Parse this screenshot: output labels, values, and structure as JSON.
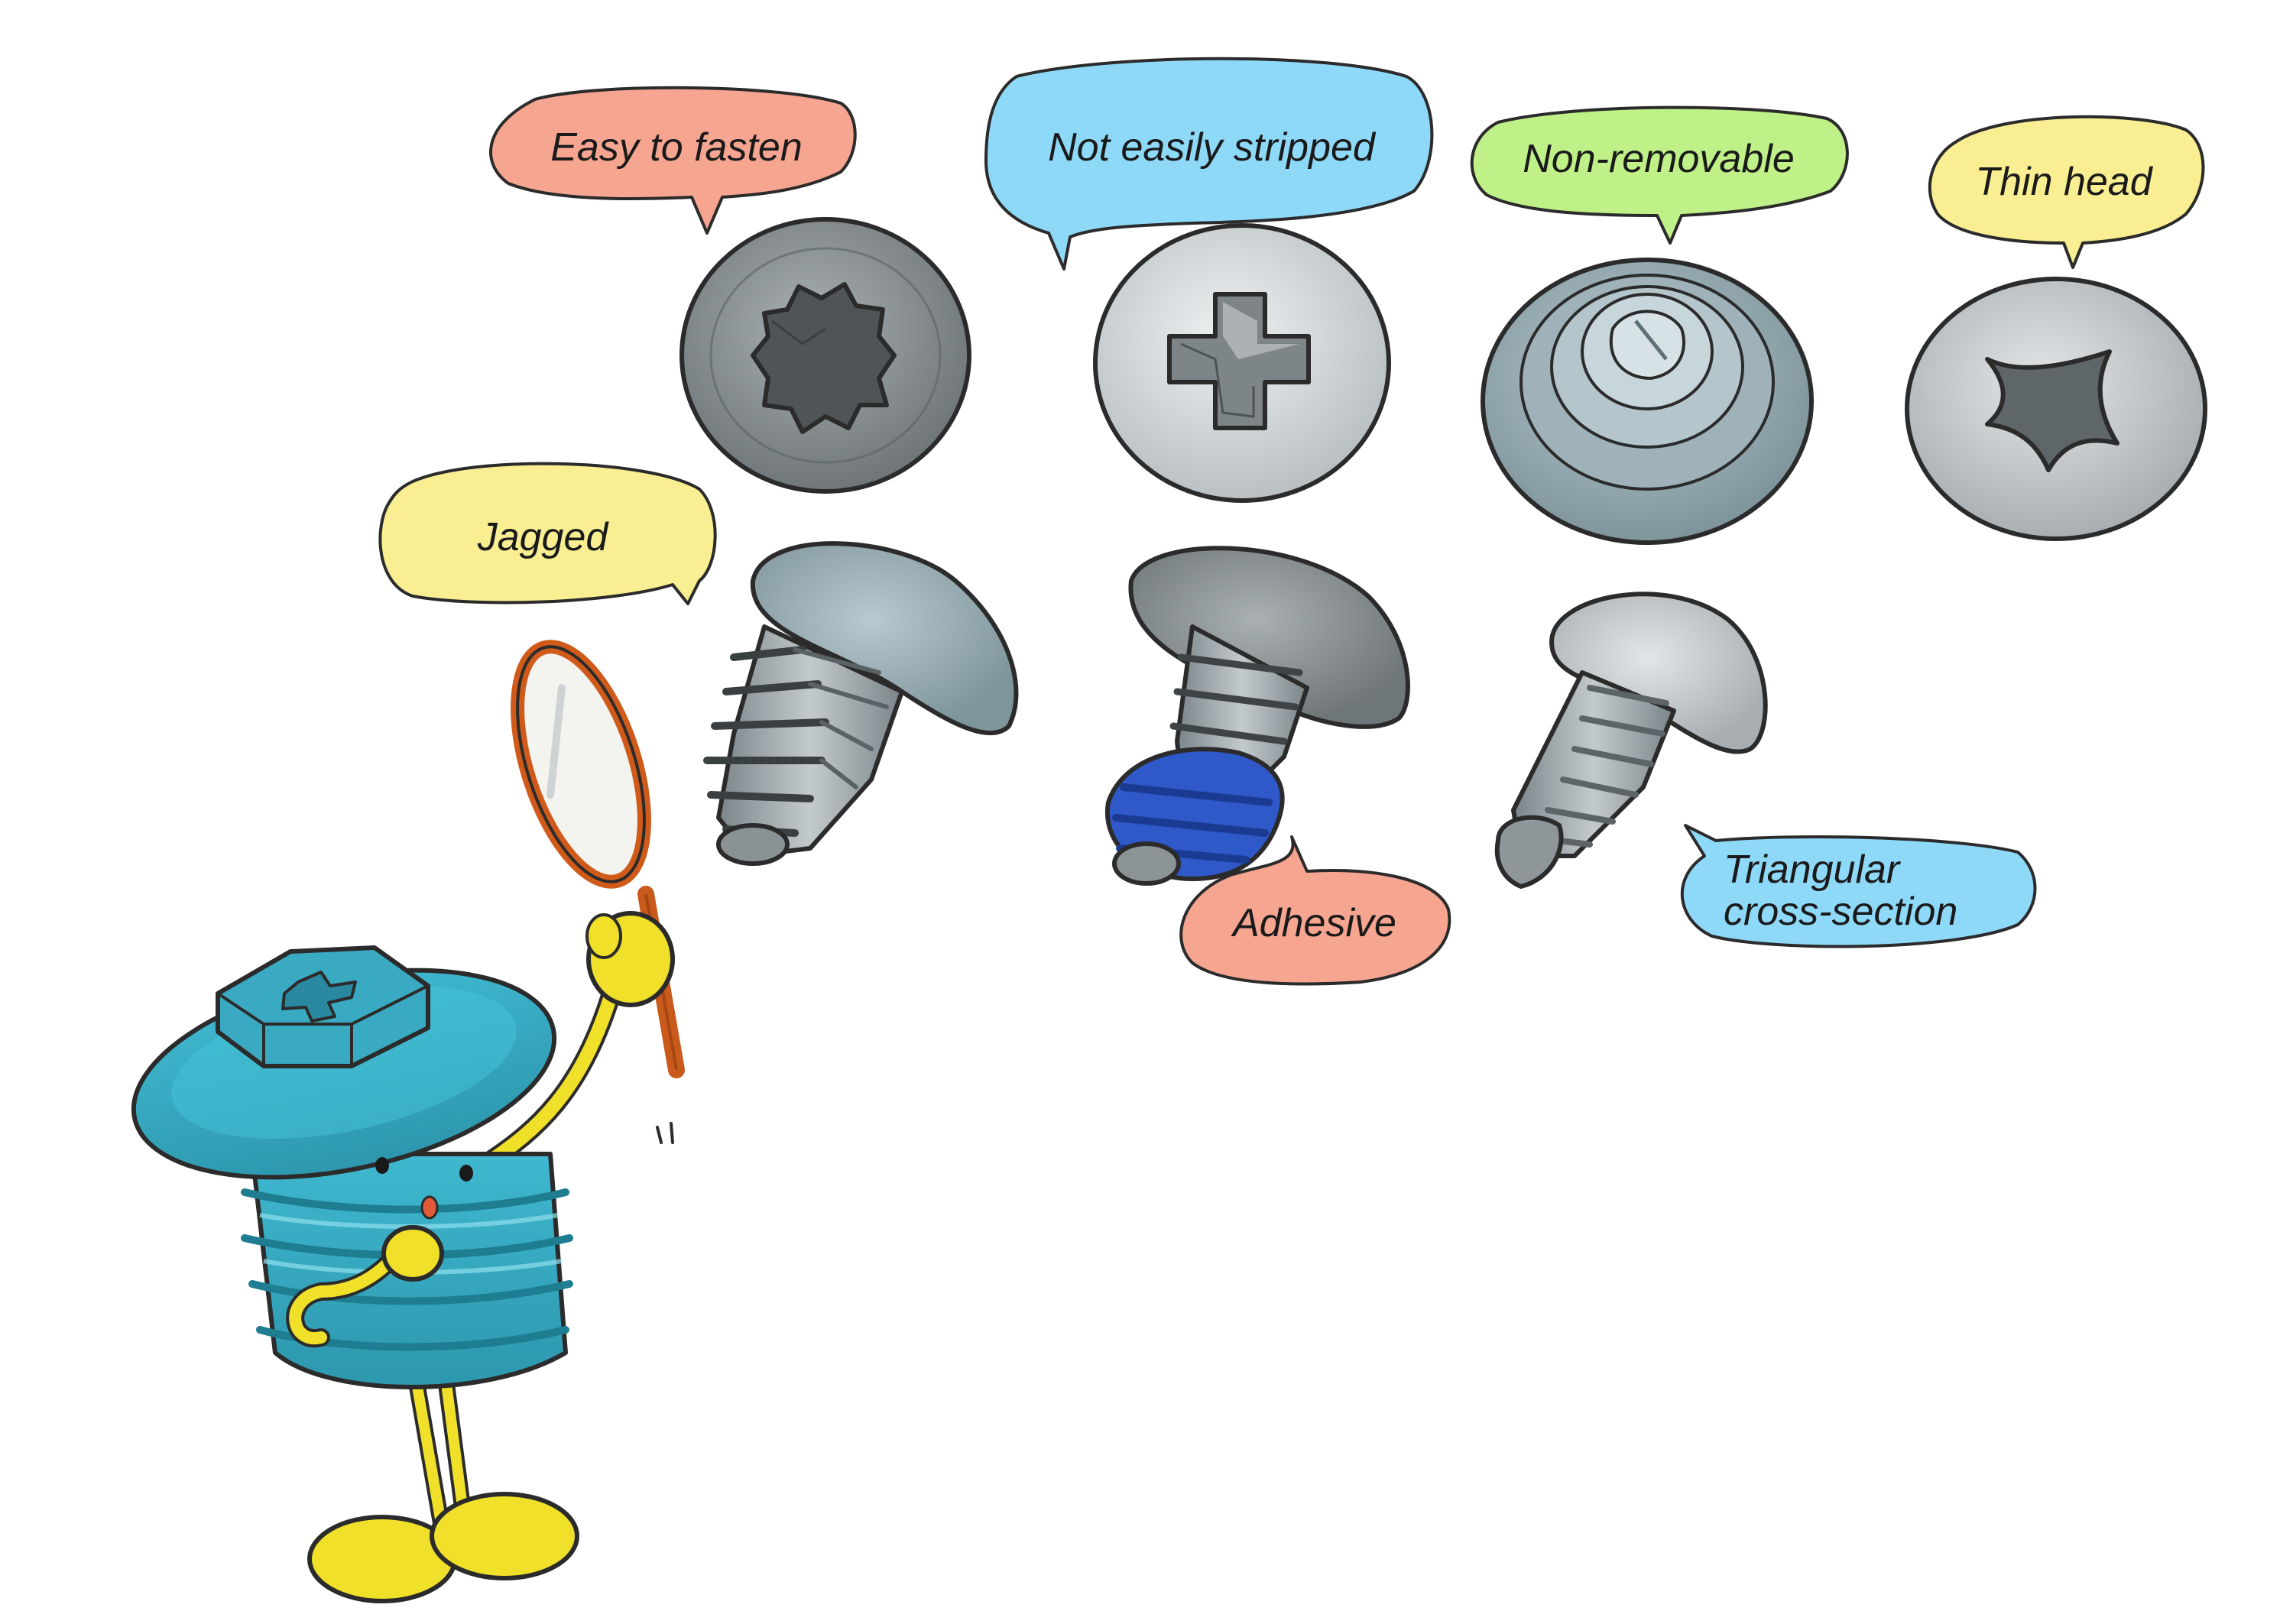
{
  "bubble_colors": {
    "salmon": "#f6a591",
    "blue": "#8fd9f8",
    "green": "#bff188",
    "yellow": "#f9ef92"
  },
  "labels": {
    "easy_to_fasten": "Easy to fasten",
    "not_easily_stripped": "Not easily stripped",
    "non_removable": "Non-removable",
    "thin_head": "Thin head",
    "jagged": "Jagged",
    "adhesive": "Adhesive",
    "triangular_line1": "Triangular",
    "triangular_line2": "cross-section"
  },
  "icons": {
    "mascot": "screw-mascot-icon",
    "magnifier": "magnifying-glass-icon",
    "torx_head": "torx-screw-head-icon",
    "phillips_head": "phillips-screw-head-icon",
    "tamper_head": "tamper-proof-screw-head-icon",
    "tri_wing_head": "tri-wing-screw-head-icon",
    "jagged_screw": "jagged-thread-screw-icon",
    "adhesive_screw": "adhesive-coated-screw-icon",
    "triangular_screw": "triangular-thread-screw-icon"
  }
}
